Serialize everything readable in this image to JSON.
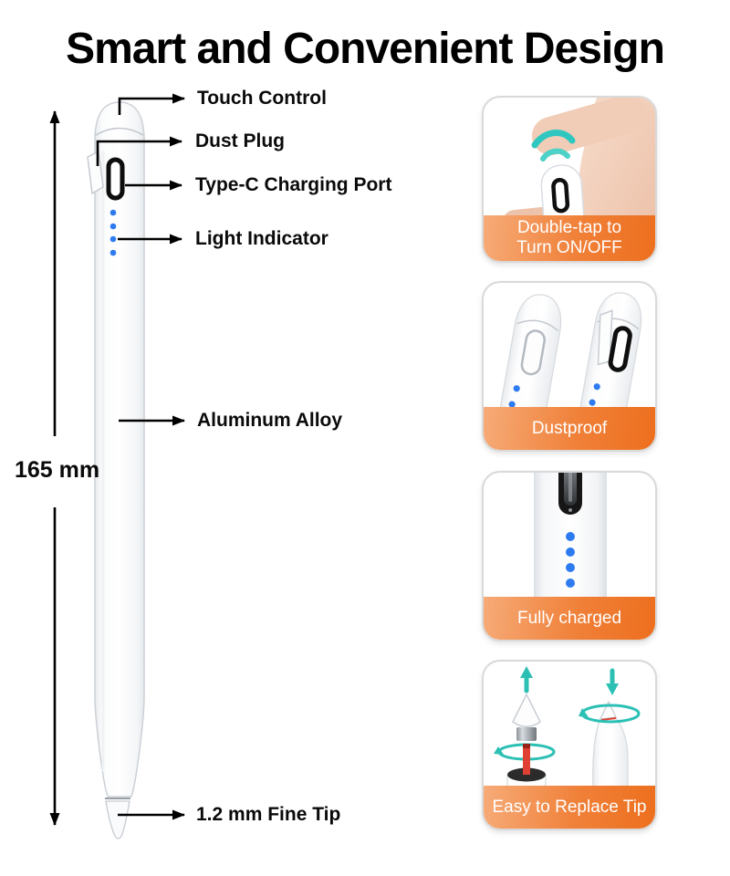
{
  "title": "Smart and Convenient Design",
  "pen_diagram": {
    "dimension": "165 mm",
    "callouts": {
      "touch_control": "Touch Control",
      "dust_plug": "Dust Plug",
      "type_c": "Type-C Charging Port",
      "light_indicator": "Light Indicator",
      "aluminum": "Aluminum Alloy",
      "fine_tip": "1.2 mm Fine Tip"
    },
    "light_indicator_dot_count": 4
  },
  "feature_cards": [
    {
      "caption": "Double-tap to\nTurn ON/OFF",
      "illustration": "finger-double-tap"
    },
    {
      "caption": "Dustproof",
      "illustration": "two-pens-dust-plug"
    },
    {
      "caption": "Fully charged",
      "illustration": "pen-port-led-dots"
    },
    {
      "caption": "Easy to Replace Tip",
      "illustration": "replace-tip-steps"
    }
  ],
  "colors": {
    "accent_orange_light": "#F4A571",
    "accent_orange": "#EE7120",
    "led_blue": "#2E7BF0",
    "teal": "#2CC4BC",
    "skin": "#F2D0BD",
    "text": "#0A0A0A",
    "card_border": "#D9D9D9"
  }
}
